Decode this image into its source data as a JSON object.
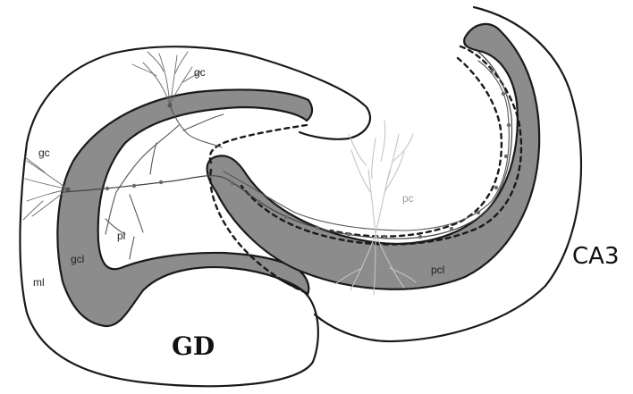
{
  "diagram": {
    "regions": {
      "dentate_gyrus": "GD",
      "ca3": "CA3"
    },
    "labels": {
      "gc_top": "gc",
      "gc_left": "gc",
      "pl": "pl",
      "gcl": "gcl",
      "ml": "ml",
      "pc": "pc",
      "pcl": "pcl"
    },
    "colors": {
      "cell_layer_fill": "#8c8c8c",
      "outline": "#1a1a1a",
      "faint_neuron": "#c4c4c4"
    }
  }
}
